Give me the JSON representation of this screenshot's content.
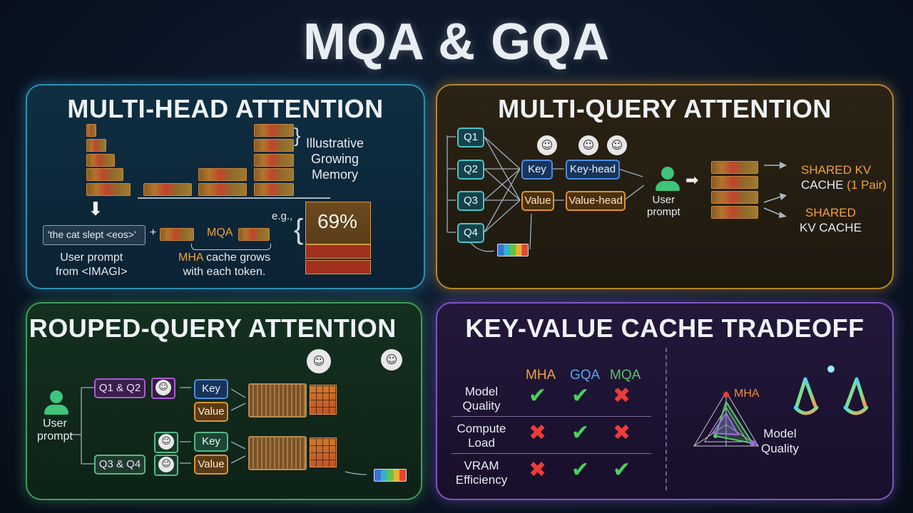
{
  "title": "MQA & GQA",
  "mha": {
    "heading": "MULTI-HEAD ATTENTION",
    "memory_label": [
      "Illustrative",
      "Growing",
      "Memory"
    ],
    "prompt_text": "'the cat slept <eos>'",
    "plus": "+",
    "mqa_tag": "MQA",
    "user_prompt": [
      "User prompt",
      "from <IMAGI>"
    ],
    "cache_note_accent": "MHA",
    "cache_note": [
      " cache grows",
      "with each token."
    ],
    "eg": "e.g.,",
    "percent": "69%"
  },
  "mqa": {
    "heading": "MULTI-QUERY ATTENTION",
    "queries": [
      "Q1",
      "Q2",
      "Q3",
      "Q4"
    ],
    "key": "Key",
    "key_head": "Key-head",
    "value": "Value",
    "value_head": "Value-head",
    "user_prompt": [
      "User",
      "prompt"
    ],
    "shared1_accent": "SHARED KV",
    "shared1_line2": "CACHE ",
    "shared1_pair": "(1 Pair)",
    "shared2": [
      "SHARED",
      "KV CACHE"
    ]
  },
  "gqa": {
    "heading": "GROUPED-QUERY ATTENTION",
    "user_prompt": [
      "User",
      "prompt"
    ],
    "group1": "Q1 & Q2",
    "group2": "Q3 & Q4",
    "key": "Key",
    "value": "Value"
  },
  "kv": {
    "heading": "KEY-VALUE CACHE TRADEOFF",
    "columns": [
      "MHA",
      "GQA",
      "MQA"
    ],
    "column_colors": [
      "#f0a13a",
      "#5aa6f0",
      "#55c46a"
    ],
    "rows": [
      {
        "label": [
          "Model",
          "Quality"
        ],
        "marks": [
          "check",
          "check",
          "cross"
        ]
      },
      {
        "label": [
          "Compute",
          "Load"
        ],
        "marks": [
          "cross",
          "check",
          "cross"
        ]
      },
      {
        "label": [
          "VRAM",
          "Efficiency"
        ],
        "marks": [
          "cross",
          "check",
          "check"
        ]
      }
    ],
    "radar_top": "MHA",
    "radar_right": [
      "Model",
      "Quality"
    ]
  }
}
